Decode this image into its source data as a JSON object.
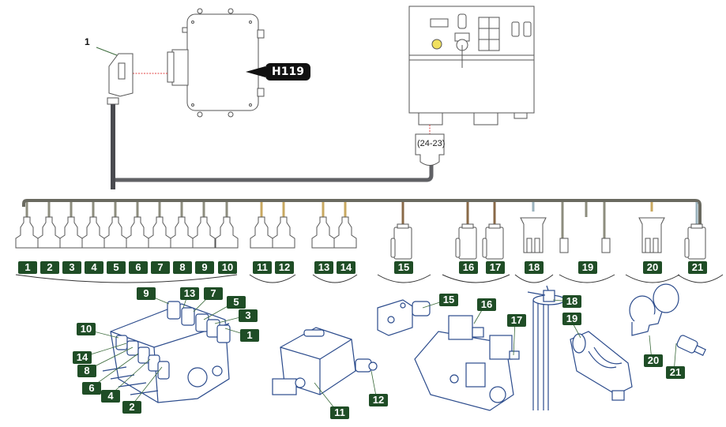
{
  "diagram": {
    "title_label": "1",
    "ecu_label": "H119",
    "console_connector_label": "(24-23)",
    "connector_tags": [
      "1",
      "2",
      "3",
      "4",
      "5",
      "6",
      "7",
      "8",
      "9",
      "10",
      "11",
      "12",
      "13",
      "14",
      "15",
      "16",
      "17",
      "18",
      "19",
      "20",
      "21"
    ],
    "valve_block_tags": [
      "9",
      "13",
      "7",
      "5",
      "3",
      "1",
      "10",
      "14",
      "8",
      "6",
      "4",
      "2"
    ],
    "component_tags": {
      "c11": "11",
      "c12": "12",
      "c15": "15",
      "c16": "16",
      "c17": "17",
      "c18": "18",
      "c19": "19",
      "c20": "20",
      "c21": "21"
    },
    "colors": {
      "tag_bg": "#1f4d26",
      "harness_dark": "#4a4b50",
      "wire_grey": "#8d8d7e",
      "wire_tan": "#c8a860",
      "wire_brown": "#8a6a48",
      "wire_blue": "#9ab2bc",
      "part_blue": "#2b4b8c"
    }
  }
}
